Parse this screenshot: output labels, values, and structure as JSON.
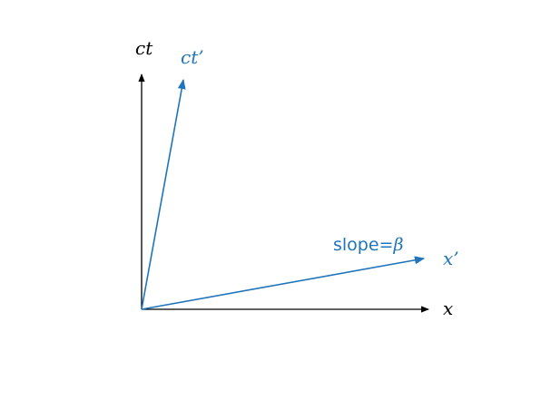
{
  "colors": {
    "axis_rest": "#000000",
    "axis_moving": "#1F74BC"
  },
  "labels": {
    "ct": "ct",
    "x": "x",
    "ct_prime": "ct’",
    "x_prime": "x’",
    "slope_prefix": "slope=",
    "slope_symbol": "β"
  }
}
